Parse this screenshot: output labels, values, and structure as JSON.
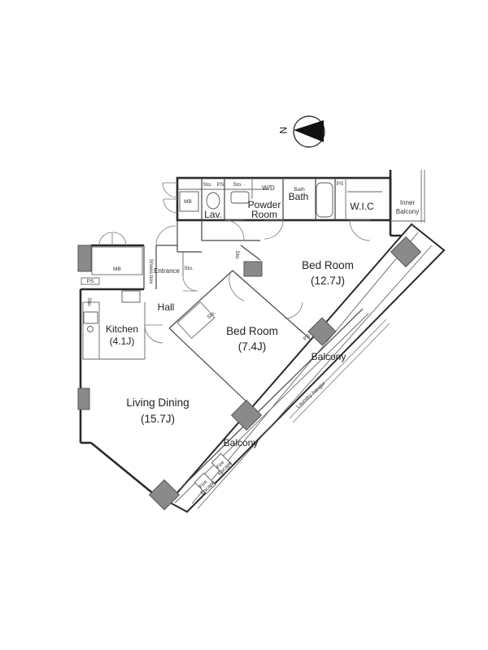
{
  "rooms": {
    "bedroom1": {
      "name": "Bed Room",
      "size": "(12.7J)"
    },
    "bedroom2": {
      "name": "Bed Room",
      "size": "(7.4J)"
    },
    "living": {
      "name": "Living Dining",
      "size": "(15.7J)"
    },
    "kitchen": {
      "name": "Kitchen",
      "size": "(4.1J)"
    },
    "hall": "Hall",
    "balcony_upper": "Balcony",
    "balcony_lower": "Balcony",
    "wic": "W.I.C",
    "bath": "Bath",
    "powder": [
      "Powder",
      "Room"
    ],
    "wd": "W/D",
    "lav": "Lav.",
    "inner_balcony": [
      "Inner",
      "Balcony"
    ],
    "entrance": "Entrance",
    "shoes_box": "Shoes box",
    "laundry": "Laundry hanger",
    "fire_escape": [
      "Fire",
      "Escape"
    ],
    "mb": "MB",
    "ps": "PS",
    "sto": "Sto.",
    "sto_dot": "Sto. ∙",
    "bath_small": "Bath"
  },
  "compass": {
    "label": "N",
    "icon": "north-arrow-icon"
  },
  "colors": {
    "wall": "#2b2b2b",
    "column": "#8a8a8a",
    "background": "#ffffff"
  }
}
